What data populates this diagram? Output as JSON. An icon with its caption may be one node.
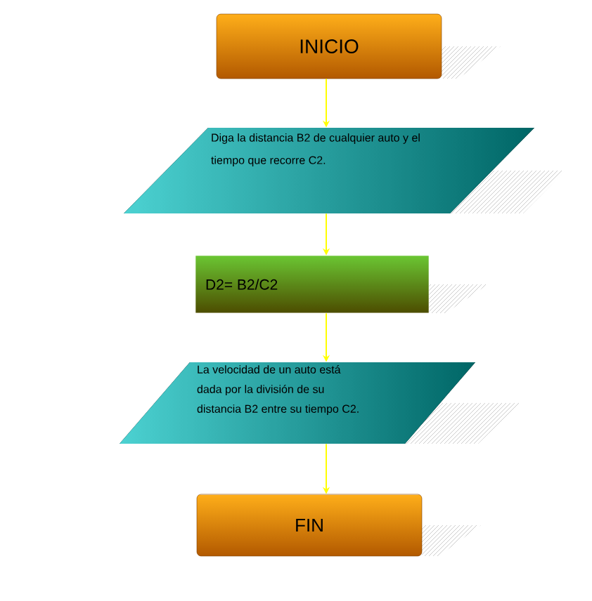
{
  "diagram": {
    "nodes": [
      {
        "text": [
          "INICIO"
        ]
      },
      {
        "text": [
          "Diga la distancia B2 de cualquier auto y el tiempo que recorre C2."
        ]
      },
      {
        "text": [
          "D2= B2/C2"
        ]
      },
      {
        "text": [
          "La velocidad de un auto está dada por la división de su distancia B2 entre su tiempo C2."
        ]
      },
      {
        "text": [
          "FIN"
        ]
      }
    ],
    "edges": [
      {
        "from": 0,
        "to": 1,
        "arrow": "to"
      },
      {
        "from": 1,
        "to": 2,
        "arrow": "to"
      },
      {
        "from": 2,
        "to": 3,
        "arrow": "to"
      },
      {
        "from": 3,
        "to": 4,
        "arrow": "to"
      }
    ]
  }
}
